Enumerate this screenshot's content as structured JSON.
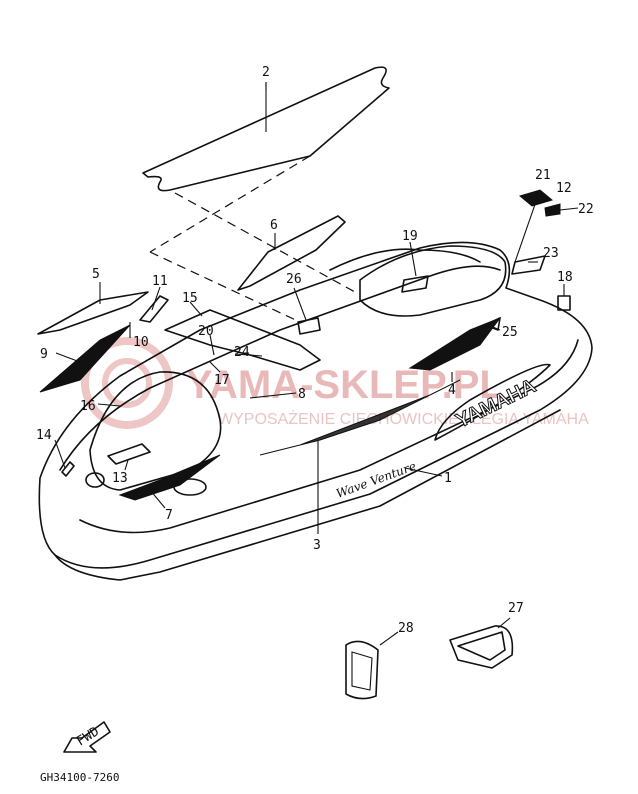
{
  "diagram": {
    "part_labels": {
      "p1": "1",
      "p2": "2",
      "p3": "3",
      "p4": "4",
      "p5": "5",
      "p6": "6",
      "p7": "7",
      "p8": "8",
      "p9": "9",
      "p10": "10",
      "p11": "11",
      "p12": "12",
      "p13": "13",
      "p14": "14",
      "p15": "15",
      "p16": "16",
      "p17": "17",
      "p18": "18",
      "p19": "19",
      "p20": "20",
      "p21": "21",
      "p22": "22",
      "p23": "23",
      "p24": "24",
      "p25": "25",
      "p26": "26",
      "p27": "27",
      "p28": "28"
    },
    "hull_brand": "YAMAHA",
    "hull_script": "Wave Venture",
    "direction_label": "FWD",
    "drawing_code": "GH34100-7260"
  },
  "watermark": {
    "title": "YAMA-SKLEP.PL",
    "subtitle": "WYPOSAŻENIE CIECHOWICKIE | LEGIA YAMAHA"
  },
  "colors": {
    "line": "#111111",
    "watermark": "#e9b9b9",
    "background": "#ffffff"
  }
}
